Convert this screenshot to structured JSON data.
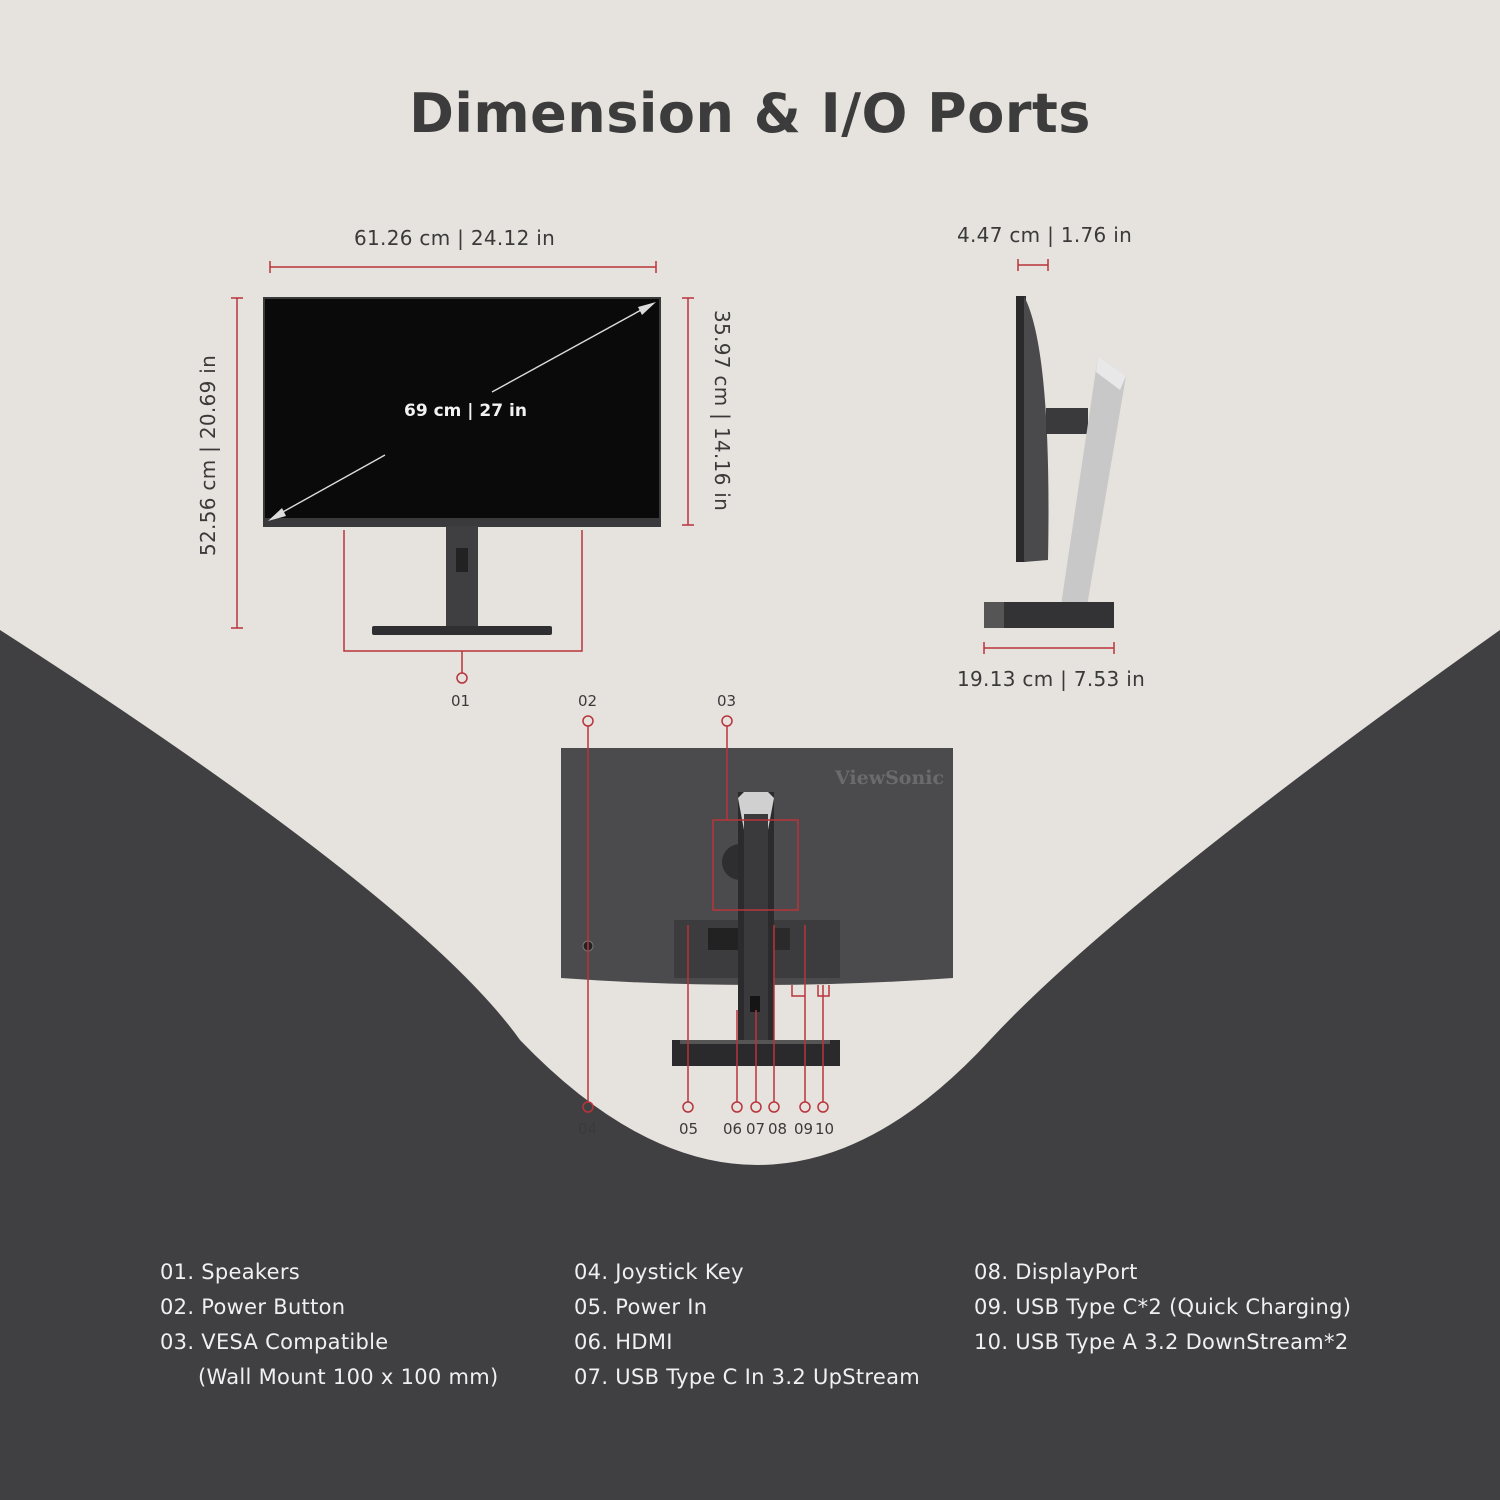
{
  "title": "Dimension & I/O Ports",
  "dimensions": {
    "width": "61.26 cm | 24.12 in",
    "height_with_stand": "52.56 cm | 20.69 in",
    "panel_height": "35.97 cm | 14.16 in",
    "diagonal": "69 cm | 27 in",
    "panel_depth": "4.47 cm | 1.76 in",
    "base_depth": "19.13 cm | 7.53 in"
  },
  "brand": "ViewSonic",
  "callouts": [
    "01",
    "02",
    "03",
    "04",
    "05",
    "06",
    "07",
    "08",
    "09",
    "10"
  ],
  "legend": {
    "col1": [
      "01. Speakers",
      "02. Power Button",
      "03. VESA Compatible",
      "(Wall Mount 100 x 100 mm)"
    ],
    "col2": [
      "04. Joystick Key",
      "05. Power In",
      "06. HDMI",
      "07. USB Type C In 3.2 UpStream"
    ],
    "col3": [
      "08. DisplayPort",
      "09. USB Type C*2 (Quick Charging)",
      "10. USB Type A 3.2 DownStream*2"
    ]
  },
  "colors": {
    "background_light": "#e6e2dd",
    "background_dark": "#404042",
    "accent_red": "#b8343c",
    "text_dark": "#3c3c3c",
    "text_light": "#f0f0f0"
  }
}
